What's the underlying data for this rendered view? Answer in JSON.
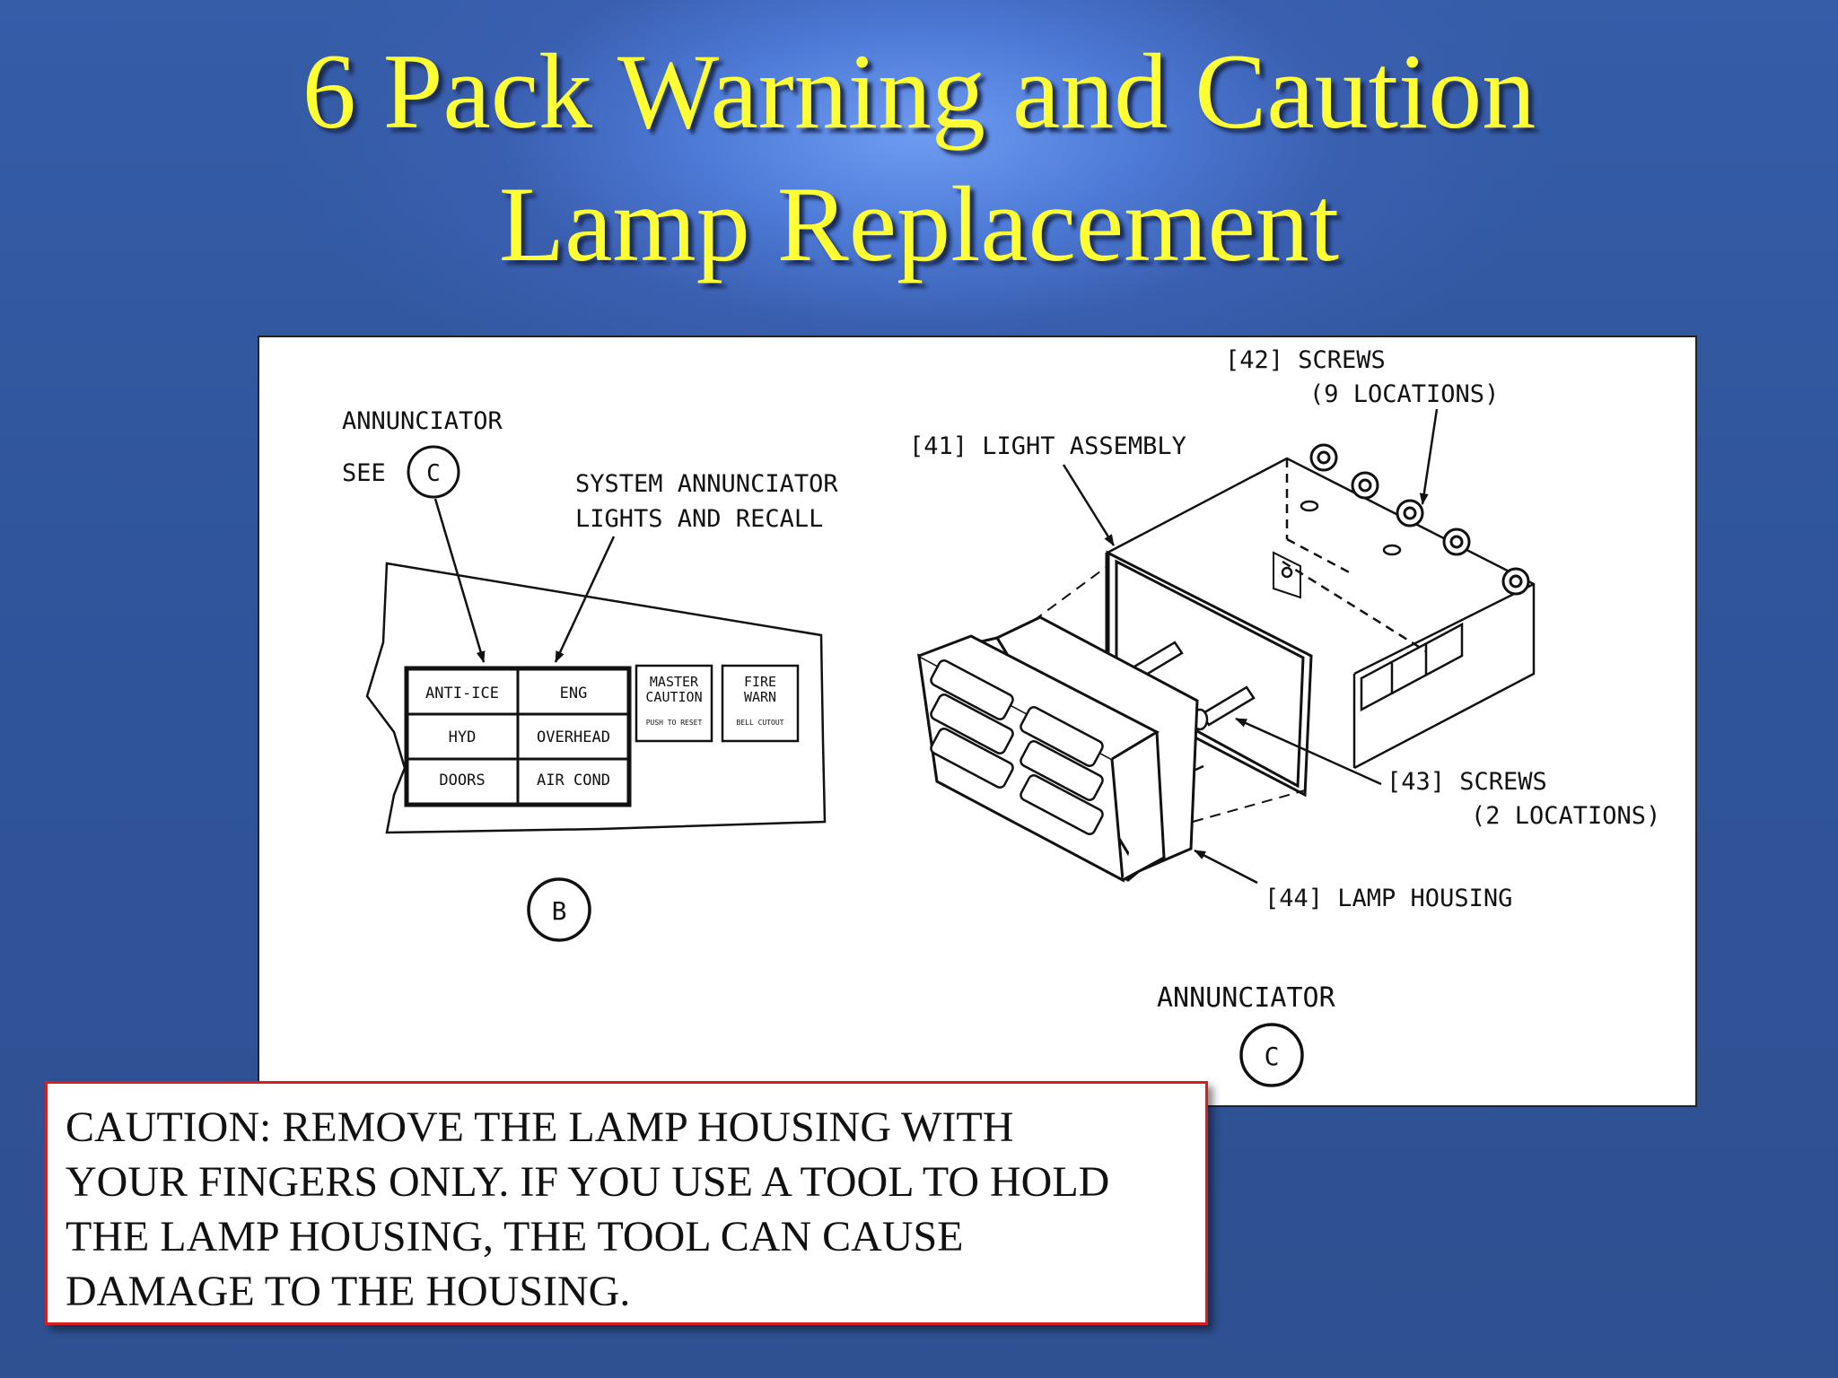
{
  "slide": {
    "title_line1": "6 Pack Warning and Caution",
    "title_line2": "Lamp Replacement"
  },
  "diagram": {
    "annunciator_label_left": "ANNUNCIATOR",
    "see_label": "SEE",
    "see_callout": "C",
    "system_label_line1": "SYSTEM ANNUNCIATOR",
    "system_label_line2": "LIGHTS AND RECALL",
    "panel_cells": [
      "ANTI-ICE",
      "ENG",
      "HYD",
      "OVERHEAD",
      "DOORS",
      "AIR COND"
    ],
    "master_caution_line1": "MASTER",
    "master_caution_line2": "CAUTION",
    "master_caution_sub": "PUSH TO RESET",
    "fire_warn_line1": "FIRE",
    "fire_warn_line2": "WARN",
    "fire_warn_sub": "BELL CUTOUT",
    "view_b": "B",
    "screws42_line1": "[42] SCREWS",
    "screws42_line2": "(9 LOCATIONS)",
    "light_assembly": "[41] LIGHT ASSEMBLY",
    "screws43_line1": "[43] SCREWS",
    "screws43_line2": "(2 LOCATIONS)",
    "lamp_housing": "[44] LAMP HOUSING",
    "annunciator_label_right": "ANNUNCIATOR",
    "view_c": "C"
  },
  "caution": {
    "text": "CAUTION: REMOVE THE LAMP HOUSING WITH\nYOUR FINGERS ONLY. IF YOU USE A TOOL TO  HOLD\nTHE LAMP HOUSING, THE TOOL CAN CAUSE\nDAMAGE TO THE HOUSING."
  }
}
